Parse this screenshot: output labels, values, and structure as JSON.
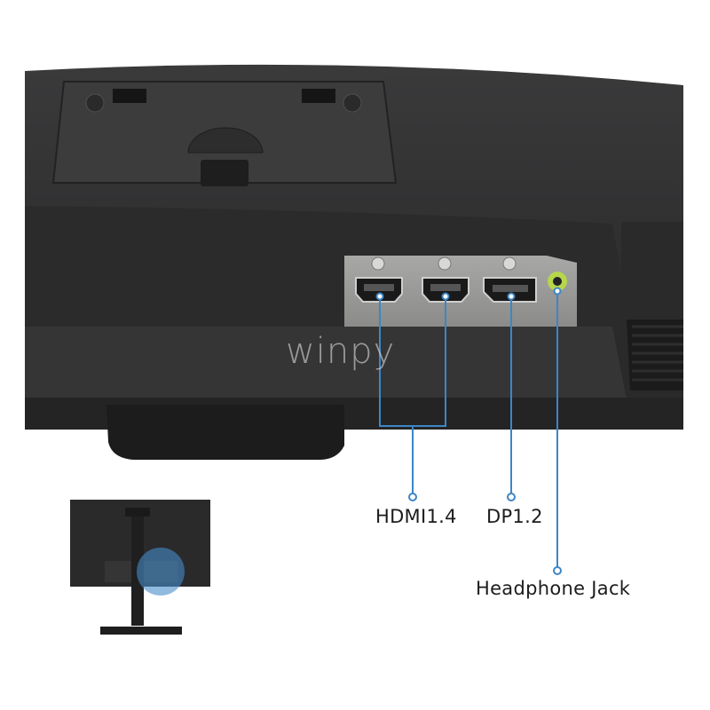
{
  "watermark": "winpy",
  "ports": {
    "hdmi_label": "HDMI1.4",
    "dp_label": "DP1.2",
    "headphone_label": "Headphone Jack"
  },
  "colors": {
    "callout_line": "#3d86c6",
    "monitor_body": "#2f2f30",
    "port_panel": "#9a9a98",
    "audio_jack": "#b6d64b"
  }
}
